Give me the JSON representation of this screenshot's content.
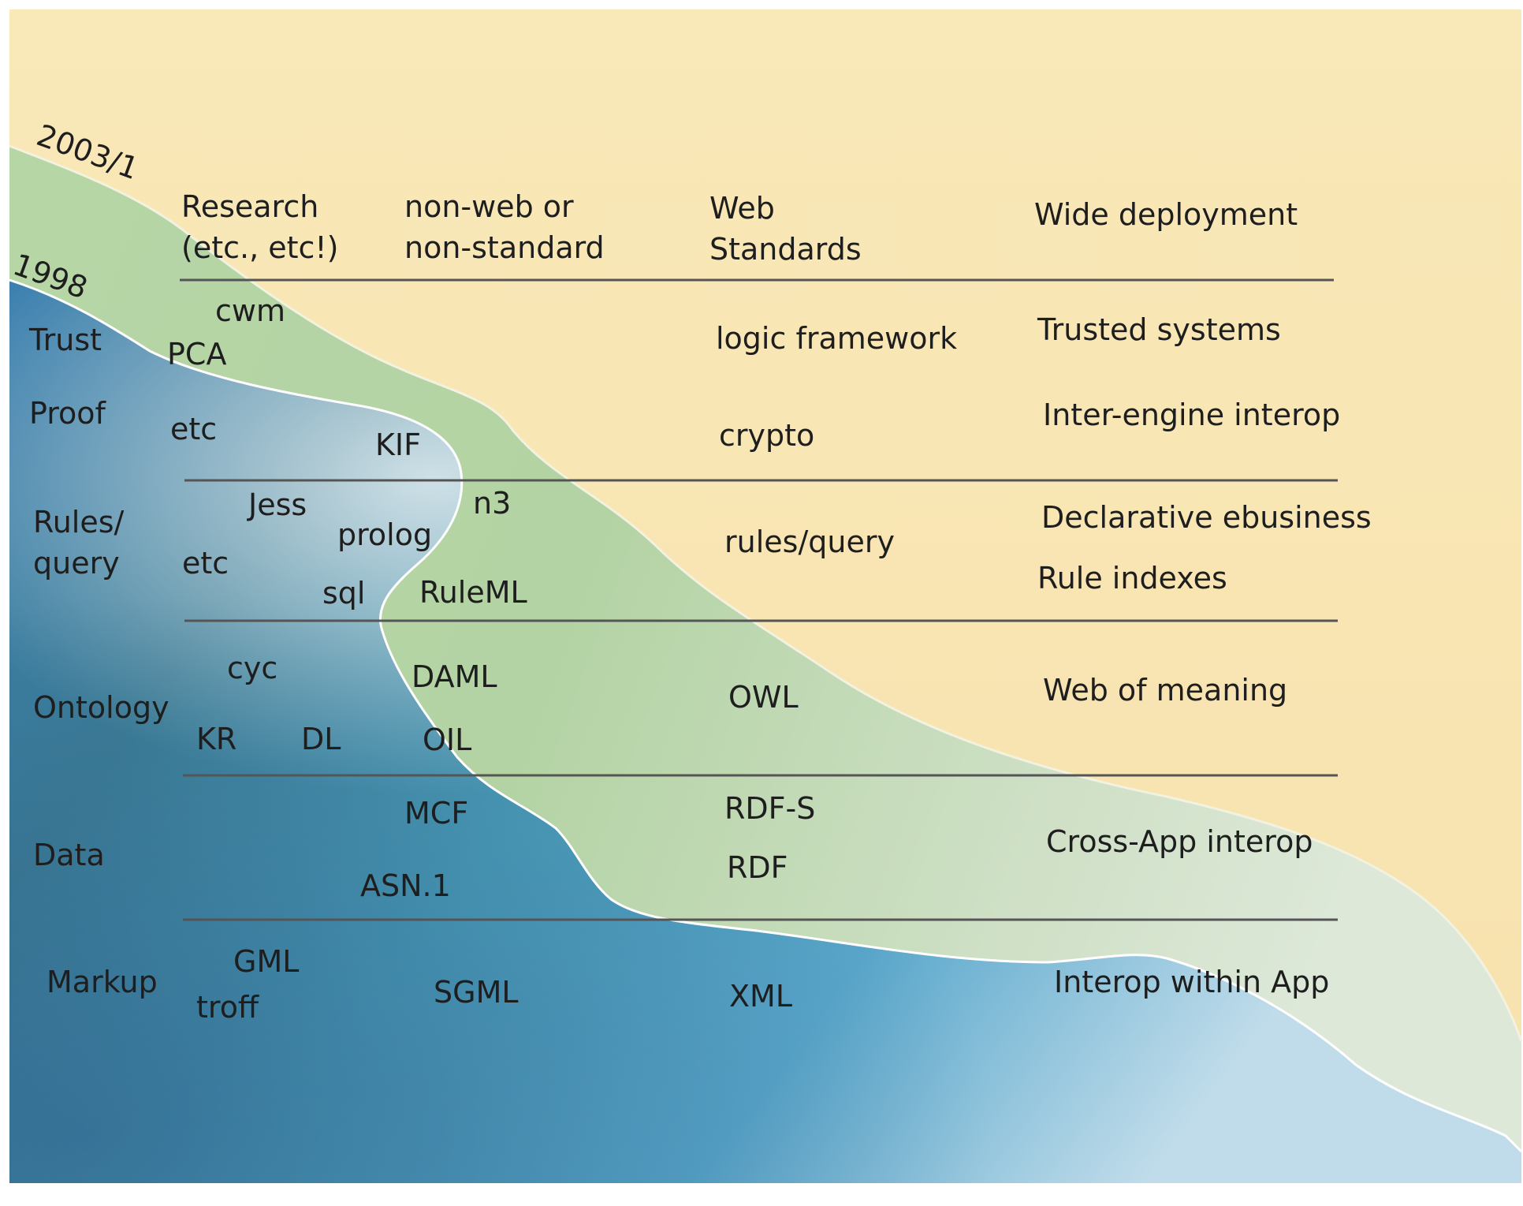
{
  "wave_labels": {
    "year_2003": "2003/1",
    "year_1998": "1998"
  },
  "columns": {
    "research_l1": "Research",
    "research_l2": "(etc., etc!)",
    "nonweb_l1": "non-web or",
    "nonweb_l2": "non-standard",
    "web_l1": "Web",
    "web_l2": "Standards",
    "wide": "Wide deployment"
  },
  "layers": {
    "trust": "Trust",
    "proof": "Proof",
    "rules_l1": "Rules/",
    "rules_l2": "query",
    "ontology": "Ontology",
    "data": "Data",
    "markup": "Markup"
  },
  "research_items": {
    "cwm": "cwm",
    "pca": "PCA",
    "etc_proof": "etc",
    "kif": "KIF",
    "jess": "Jess",
    "prolog": "prolog",
    "etc_rules": "etc",
    "sql": "sql",
    "cyc": "cyc",
    "kr": "KR",
    "dl": "DL",
    "gml": "GML",
    "troff": "troff"
  },
  "nonweb_items": {
    "n3": "n3",
    "ruleml": "RuleML",
    "daml": "DAML",
    "oil": "OIL",
    "mcf": "MCF",
    "asn1": "ASN.1",
    "sgml": "SGML"
  },
  "web_items": {
    "logic": "logic framework",
    "crypto": "crypto",
    "rules_query": "rules/query",
    "owl": "OWL",
    "rdfs": "RDF-S",
    "rdf": "RDF",
    "xml": "XML"
  },
  "deployment_items": {
    "trusted": "Trusted systems",
    "interengine": "Inter-engine interop",
    "declarative": "Declarative ebusiness",
    "rule_indexes": "Rule indexes",
    "web_meaning": "Web of meaning",
    "crossapp": "Cross-App interop",
    "interop_app": "Interop within App"
  },
  "colors": {
    "background": "#f8e6b4",
    "wave_2003": "#b4d4a4",
    "wave_1998_dark": "#3a6f8c",
    "wave_1998_mid": "#4aa6c4",
    "wave_1998_light": "#c8e2ec",
    "separator": "#555555"
  }
}
